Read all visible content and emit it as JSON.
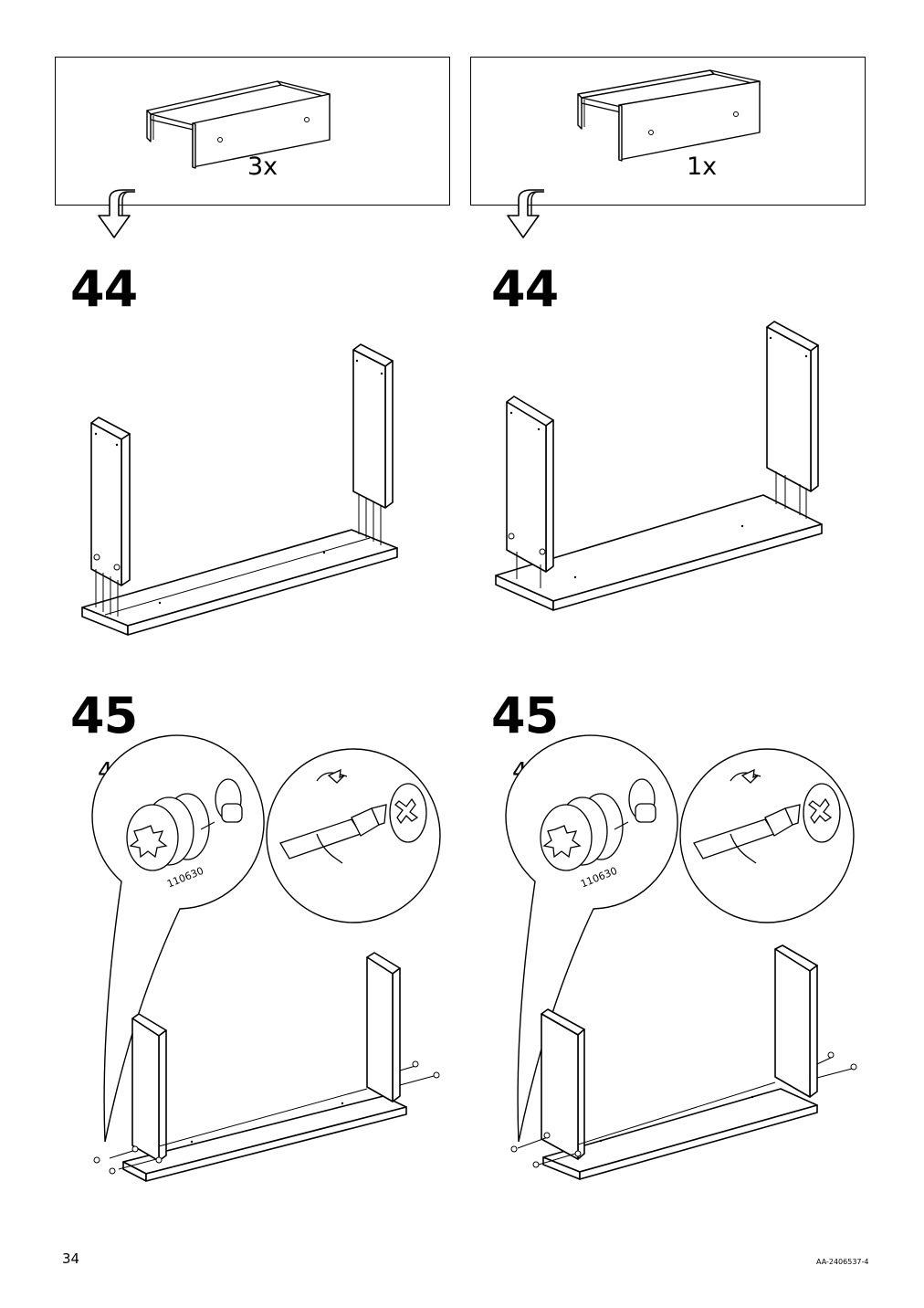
{
  "variants": [
    {
      "quantity": "3x",
      "step_a": "44",
      "step_b": "45",
      "fitting_qty": "4x",
      "part_no": "110630"
    },
    {
      "quantity": "1x",
      "step_a": "44",
      "step_b": "45",
      "fitting_qty": "4x",
      "part_no": "110630"
    }
  ],
  "footer": {
    "page_number": "34",
    "document_code": "AA-2406537-4"
  },
  "icons": [
    "drawer-icon",
    "down-arrow-icon",
    "side-panel-icon",
    "base-panel-icon",
    "cam-lock-icon",
    "screwdriver-icon",
    "screw-icon"
  ]
}
